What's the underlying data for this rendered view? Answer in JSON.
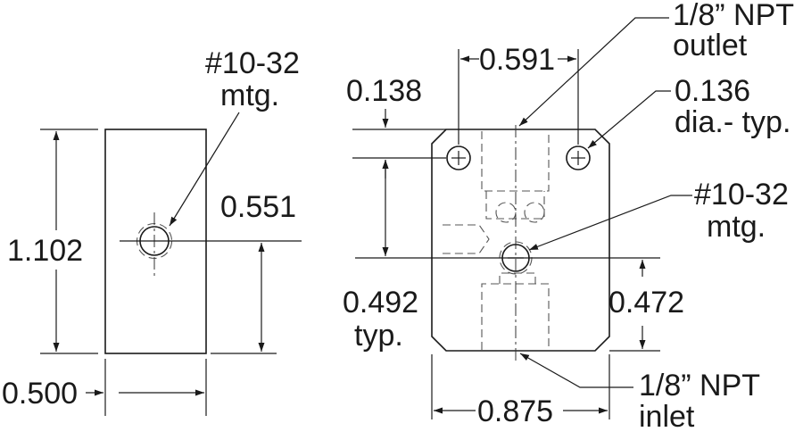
{
  "drawing": {
    "side_view": {
      "height_dim": "1.102",
      "width_dim": "0.500",
      "hole_offset_dim": "0.551",
      "mount_label_line1": "#10-32",
      "mount_label_line2": "mtg."
    },
    "front_view": {
      "outlet_label_line1": "1/8” NPT",
      "outlet_label_line2": "outlet",
      "hole_spacing_dim": "0.591",
      "top_offset_dim": "0.138",
      "hole_dia_line1": "0.136",
      "hole_dia_line2": "dia.- typ.",
      "mount_label_line1": "#10-32",
      "mount_label_line2": "mtg.",
      "left_height_line1": "0.492",
      "left_height_line2": "typ.",
      "right_height_dim": "0.472",
      "width_dim": "0.875",
      "inlet_label_line1": "1/8” NPT",
      "inlet_label_line2": "inlet"
    }
  }
}
